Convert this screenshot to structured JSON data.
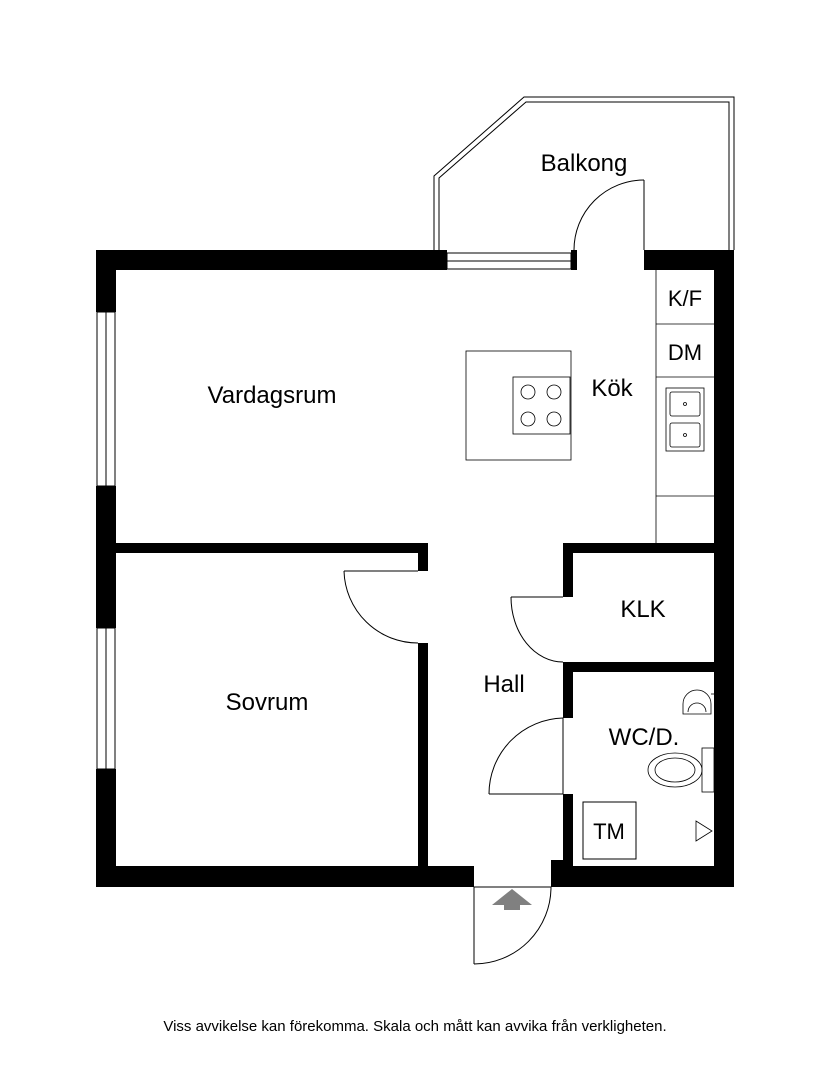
{
  "rooms": {
    "balkong": "Balkong",
    "vardagsrum": "Vardagsrum",
    "kok": "Kök",
    "sovrum": "Sovrum",
    "hall": "Hall",
    "klk": "KLK",
    "wc": "WC/D."
  },
  "fixtures": {
    "kf": "K/F",
    "dm": "DM",
    "tm": "TM"
  },
  "disclaimer": "Viss avvikelse kan förekomma. Skala och mått kan avvika från verkligheten."
}
